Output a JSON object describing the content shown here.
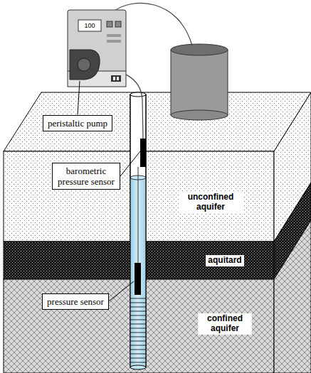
{
  "diagram": {
    "nodes": [
      {
        "text": [
          "peristaltic pump"
        ]
      },
      {
        "text": [
          "barometric pressure sensor"
        ]
      },
      {
        "text": [
          "pressure sensor"
        ]
      }
    ],
    "labels": [
      "100",
      "unconfined aquifer",
      "aquitard",
      "confined aquifer"
    ]
  }
}
